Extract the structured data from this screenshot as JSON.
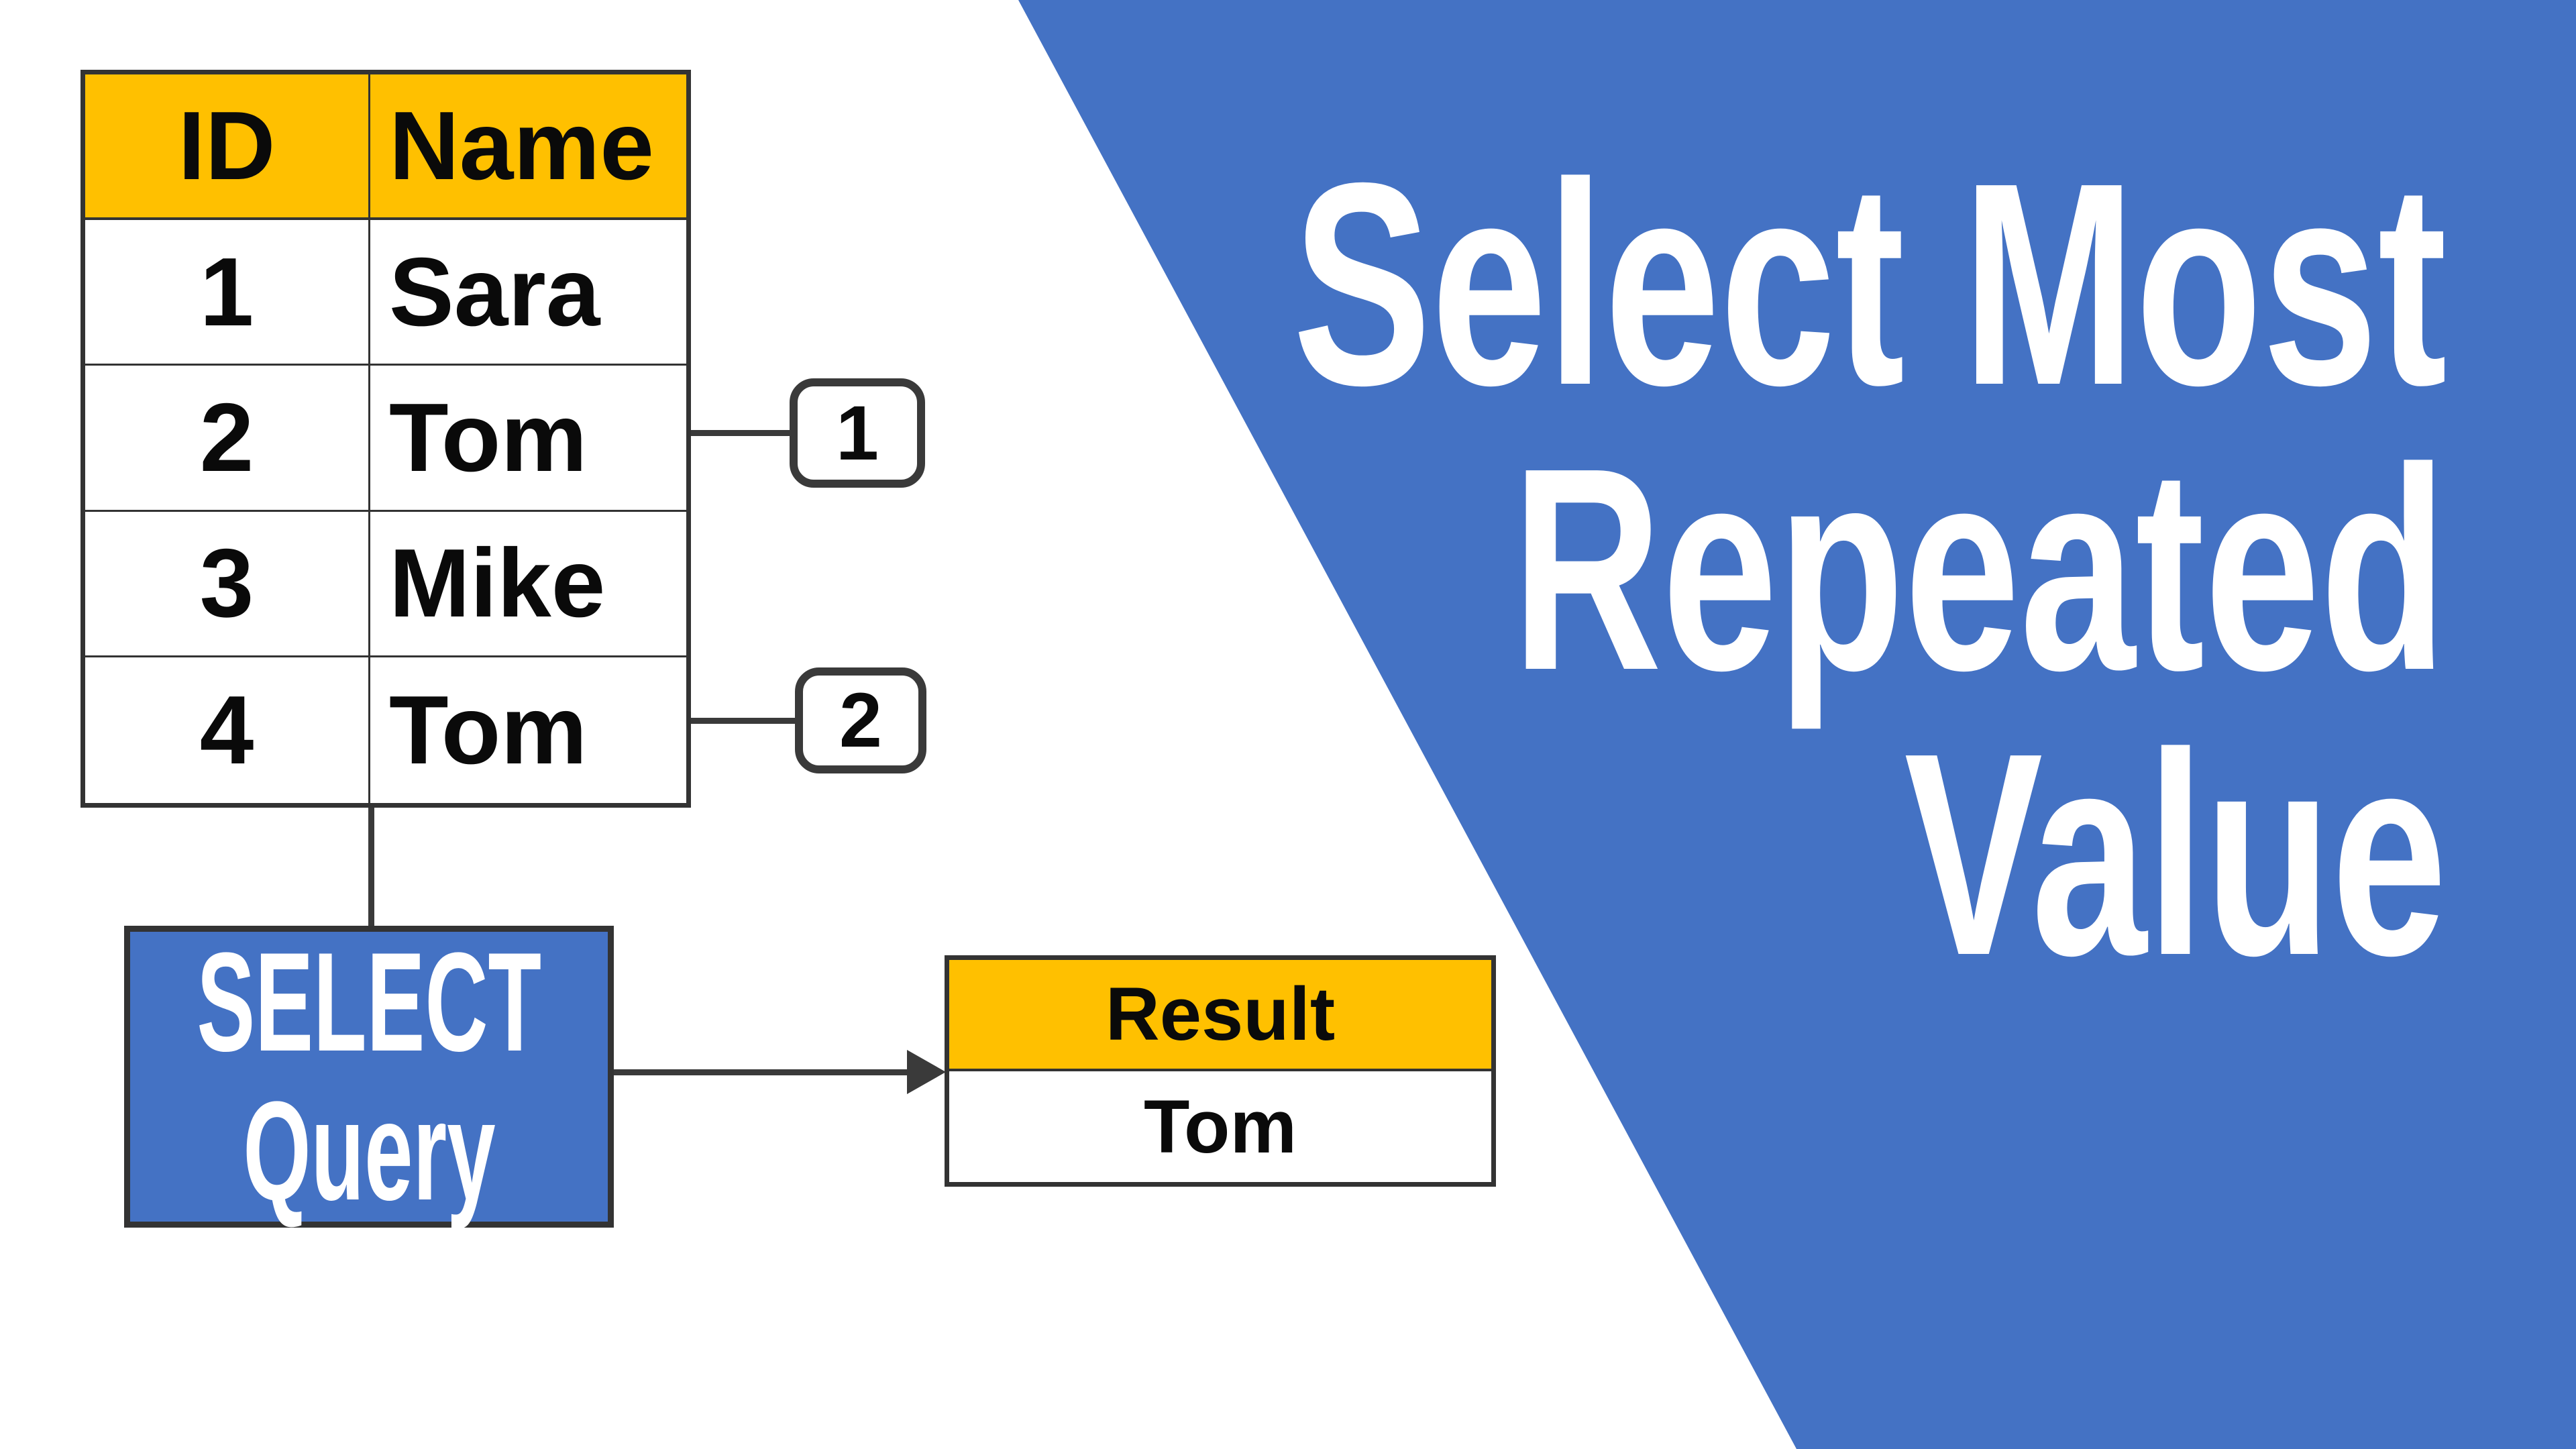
{
  "title": {
    "lines": [
      "Select Most",
      "Repeated",
      "Value"
    ],
    "text_color": "#FFFFFF",
    "panel_color": "#4472C4"
  },
  "main_table": {
    "headers": {
      "id": "ID",
      "name": "Name"
    },
    "rows": [
      {
        "id": "1",
        "name": "Sara"
      },
      {
        "id": "2",
        "name": "Tom"
      },
      {
        "id": "3",
        "name": "Mike"
      },
      {
        "id": "4",
        "name": "Tom"
      }
    ],
    "header_fill": "#FFC000"
  },
  "callouts": {
    "badge_row2": "1",
    "badge_row4": "2"
  },
  "query_box": {
    "lines": [
      "SELECT",
      "Query"
    ],
    "fill": "#4472C4",
    "text_color": "#FFFFFF"
  },
  "result_table": {
    "header": "Result",
    "value": "Tom",
    "header_fill": "#FFC000"
  },
  "line_color": "#3A3A3A",
  "border_color": "#333333"
}
